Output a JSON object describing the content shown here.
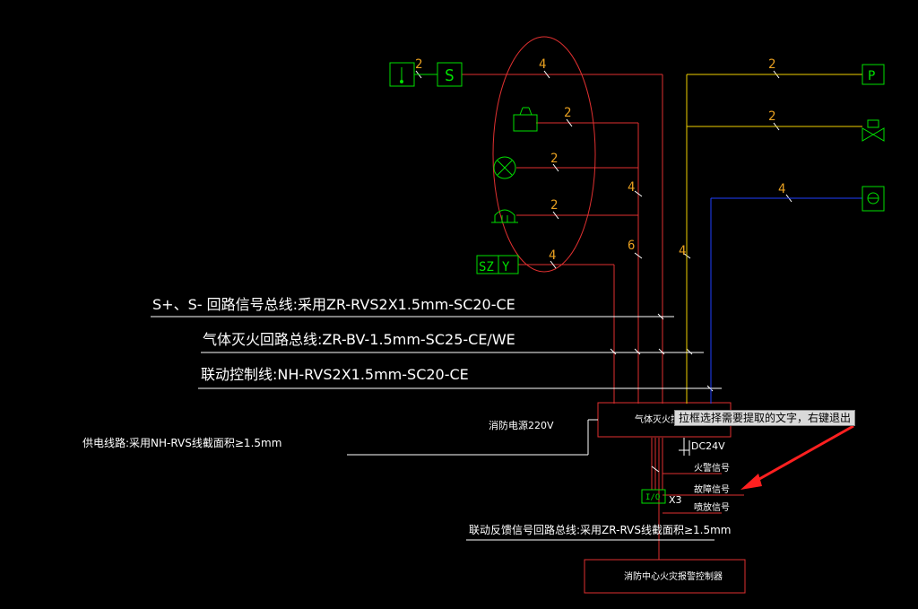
{
  "colors": {
    "background": "#000000",
    "red": "#e03030",
    "green": "#00e000",
    "yellow": "#f0d000",
    "blue": "#2040ff",
    "white": "#ffffff",
    "label_orange": "#e8a020"
  },
  "wire_counts": {
    "top_a": "2",
    "top_b": "4",
    "row2": "2",
    "row3": "2",
    "row3_right": "4",
    "row4": "2",
    "row5": "4",
    "row5_right": "6",
    "right_top": "2",
    "right_mid": "2",
    "right_blue": "4",
    "right_vertical": "4"
  },
  "symbols": {
    "s_box": "S",
    "szy_left": "SZ",
    "szy_right": "Y",
    "p_box": "P",
    "io_box": "I/O"
  },
  "bus_labels": {
    "loop_signal": "S+、S- 回路信号总线:采用ZR-RVS2X1.5mm-SC20-CE",
    "gas_loop": "气体灭火回路总线:ZR-BV-1.5mm-SC25-CE/WE",
    "linkage": "联动控制线:NH-RVS2X1.5mm-SC20-CE"
  },
  "power": {
    "fire_power": "消防电源220V",
    "supply_line": "供电线路:采用NH-RVS线截面积≥1.5mm",
    "dc": "DC24V"
  },
  "controller": {
    "gas_box": "气体灭火控制",
    "center_box": "消防中心火灾报警控制器"
  },
  "signals": {
    "fire": "火警信号",
    "fault": "故障信号",
    "spray": "喷放信号",
    "multiplier": "X3"
  },
  "feedback_line": "联动反馈信号回路总线:采用ZR-RVS线截面积≥1.5mm",
  "tooltip": "拉框选择需要提取的文字，右键退出"
}
